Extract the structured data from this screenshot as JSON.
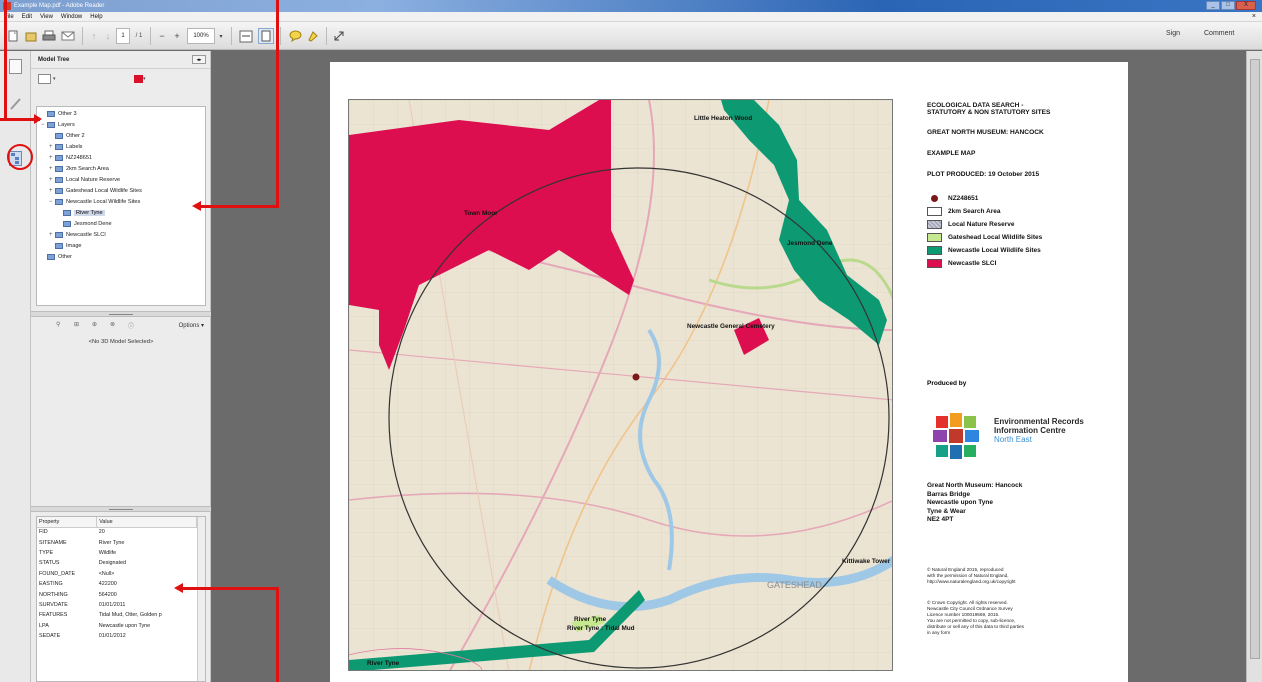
{
  "window": {
    "title": "Example Map.pdf - Adobe Reader",
    "controls": [
      "_",
      "□",
      "X"
    ]
  },
  "menu": [
    "File",
    "Edit",
    "View",
    "Window",
    "Help"
  ],
  "toolbar": {
    "page_current": "1",
    "page_total": "/ 1",
    "zoom": "100%",
    "sign": "Sign",
    "comment": "Comment"
  },
  "model_tree": {
    "title": "Model Tree",
    "items": [
      {
        "label": "Other 3",
        "indent": 0,
        "toggle": ""
      },
      {
        "label": "Layers",
        "indent": 0,
        "toggle": "−"
      },
      {
        "label": "Other 2",
        "indent": 1,
        "toggle": ""
      },
      {
        "label": "Labels",
        "indent": 1,
        "toggle": "+"
      },
      {
        "label": "NZ248651",
        "indent": 1,
        "toggle": "+"
      },
      {
        "label": "2km Search Area",
        "indent": 1,
        "toggle": "+"
      },
      {
        "label": "Local Nature Reserve",
        "indent": 1,
        "toggle": "+"
      },
      {
        "label": "Gateshead Local Wildlife Sites",
        "indent": 1,
        "toggle": "+"
      },
      {
        "label": "Newcastle Local Wildlife Sites",
        "indent": 1,
        "toggle": "−"
      },
      {
        "label": "River Tyne",
        "indent": 2,
        "toggle": "",
        "selected": true
      },
      {
        "label": "Jesmond Dene",
        "indent": 2,
        "toggle": ""
      },
      {
        "label": "Newcastle SLCI",
        "indent": 1,
        "toggle": "+"
      },
      {
        "label": "Image",
        "indent": 1,
        "toggle": ""
      },
      {
        "label": "Other",
        "indent": 0,
        "toggle": ""
      }
    ],
    "options_label": "Options ▾",
    "no_3d_model": "<No 3D Model Selected>"
  },
  "properties": {
    "headers": [
      "Property",
      "Value"
    ],
    "rows": [
      [
        "FID",
        "20"
      ],
      [
        "SITENAME",
        "River Tyne"
      ],
      [
        "TYPE",
        "Wildlife"
      ],
      [
        "STATUS",
        "Designated"
      ],
      [
        "FOUND_DATE",
        "<Null>"
      ],
      [
        "EASTING",
        "422200"
      ],
      [
        "NORTHING",
        "564200"
      ],
      [
        "SURVDATE",
        "01/01/2011"
      ],
      [
        "FEATURES",
        "Tidal Mud, Otter, Golden p"
      ],
      [
        "LPA",
        "Newcastle upon Tyne"
      ],
      [
        "SEDATE",
        "01/01/2012"
      ]
    ]
  },
  "map": {
    "header_lines": [
      "ECOLOGICAL DATA  SEARCH -",
      "STATUTORY & NON STATUTORY SITES"
    ],
    "museum": "GREAT NORTH MUSEUM: HANCOCK",
    "example": "EXAMPLE MAP",
    "plot_produced": "PLOT PRODUCED: 19 October 2015",
    "legend": [
      {
        "label": "NZ248651",
        "kind": "dot",
        "color": "#7a1717"
      },
      {
        "label": "2km Search Area",
        "kind": "box",
        "color": "#ffffff"
      },
      {
        "label": "Local Nature Reserve",
        "kind": "hatch",
        "color": "#c9c9d6"
      },
      {
        "label": "Gateshead Local Wildlife Sites",
        "kind": "box",
        "color": "#c6e88e"
      },
      {
        "label": "Newcastle Local Wildlife Sites",
        "kind": "box",
        "color": "#0d9a73"
      },
      {
        "label": "Newcastle SLCI",
        "kind": "box",
        "color": "#dd0e50"
      }
    ],
    "labels": {
      "little_moor": "Little Heaton Wood",
      "town_moor": "Town Moor",
      "jesmond": "Jesmond Dene",
      "cemetery": "Newcastle General Cemetery",
      "kittiwake": "Kittiwake Tower",
      "gateshead": "GATESHEAD",
      "river_tyne_1": "River Tyne",
      "river_tyne_2": "River Tyne : Tidal Mud",
      "river_tyne_3": "River Tyne"
    },
    "produced_by": "Produced by",
    "erc": [
      "Environmental Records",
      "Information Centre"
    ],
    "erc_region": "North East",
    "address": [
      "Great North Museum: Hancock",
      "Barras Bridge",
      "Newcastle upon Tyne",
      "Tyne & Wear",
      "NE2 4PT"
    ],
    "copyright_1": [
      "© Natural England 2015, reproduced",
      "with the permission of Natural England,",
      "http://www.naturalengland.org.uk/copyright"
    ],
    "copyright_2": [
      "© Crown Copyright. All rights reserved.",
      "Newcastle City Council Ordnance Survey",
      "Licence number 100019569, 2015.",
      "You are not permitted to copy, sub-licence,",
      "distribute or sell any of this data to third parties",
      "in any form"
    ]
  },
  "colors": {
    "slci": "#dd0e50",
    "lws_newcastle": "#0d9a73",
    "annotation": "#e01010"
  }
}
